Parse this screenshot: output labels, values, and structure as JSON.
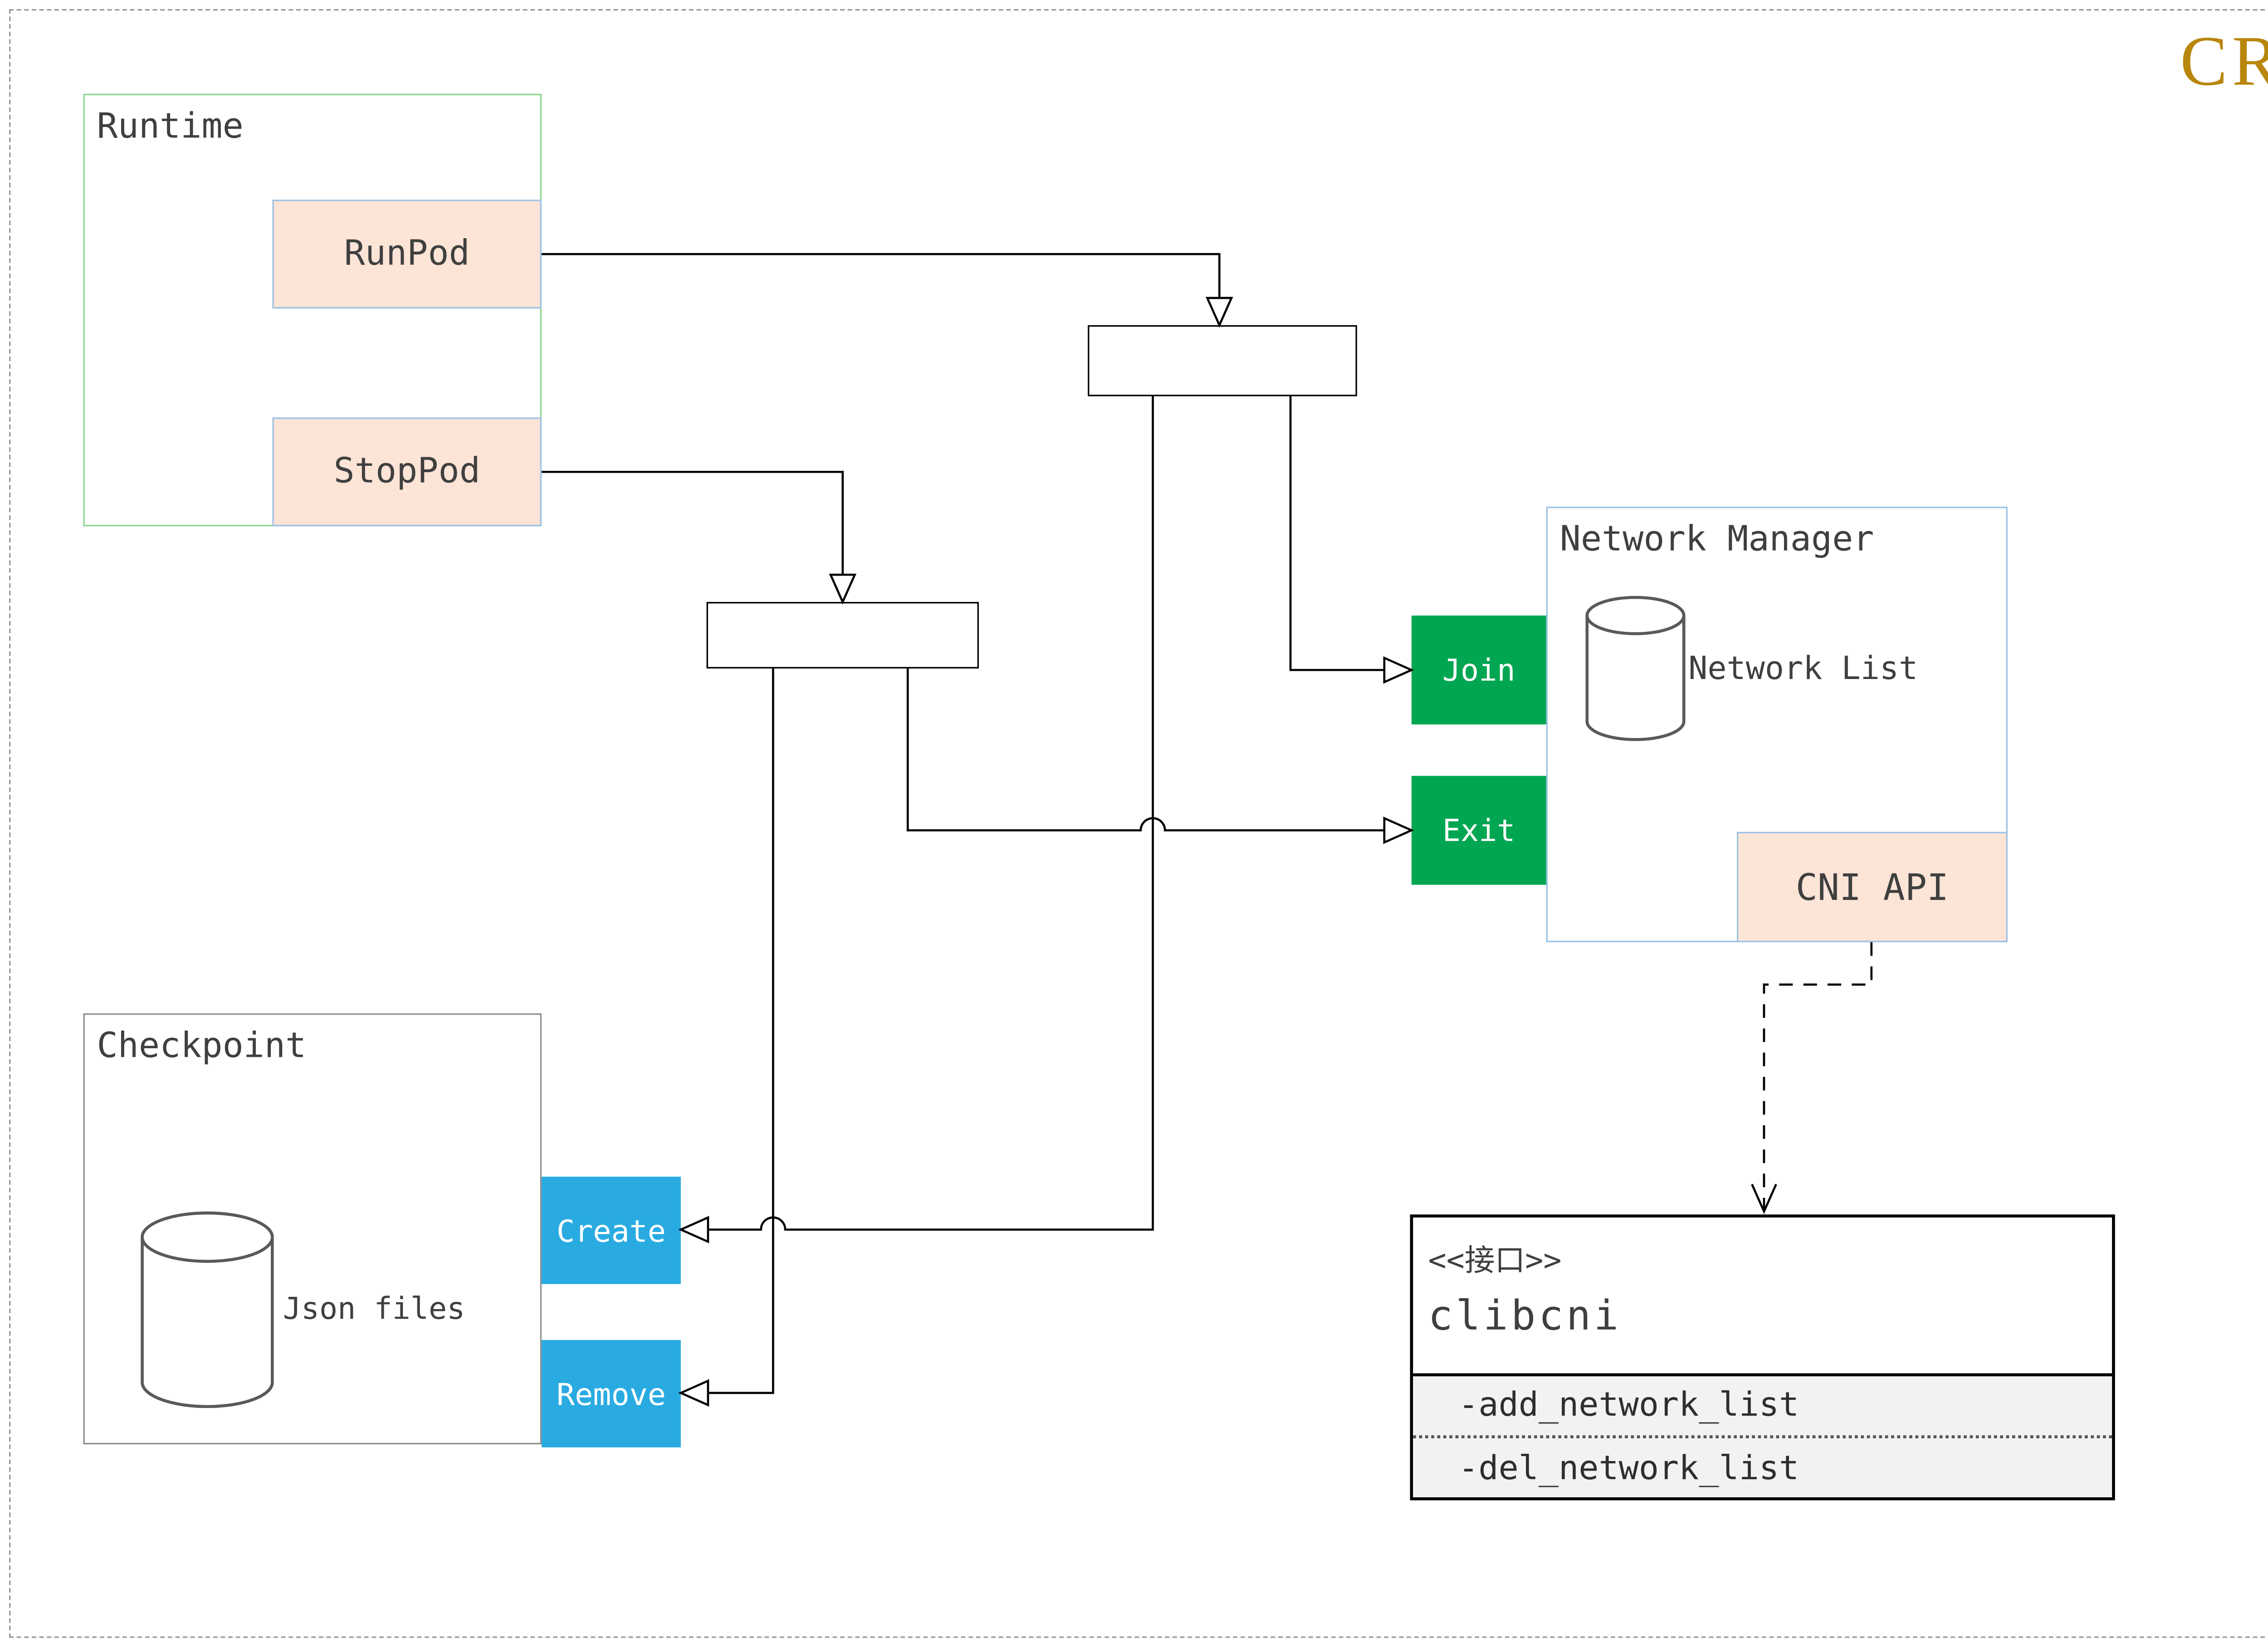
{
  "title": "CRI",
  "runtime": {
    "label": "Runtime",
    "runpod": "RunPod",
    "stoppod": "StopPod"
  },
  "network_manager": {
    "label": "Network Manager",
    "network_list": "Network List",
    "cni_api": "CNI API",
    "join": "Join",
    "exit": "Exit"
  },
  "checkpoint": {
    "label": "Checkpoint",
    "json_files": "Json files",
    "create": "Create",
    "remove": "Remove"
  },
  "interface": {
    "stereotype": "<<接口>>",
    "name": "clibcni",
    "methods": [
      "-add_network_list",
      "-del_network_list"
    ]
  },
  "colors": {
    "cri_title": "#B8860B",
    "runtime_border": "#8FD694",
    "pod_fill": "#FCE4D6",
    "pod_border": "#9DC3E6",
    "green_button": "#00A651",
    "blue_button": "#29ABE2",
    "checkpoint_border": "#909090",
    "method_bg": "#F2F2F2"
  }
}
